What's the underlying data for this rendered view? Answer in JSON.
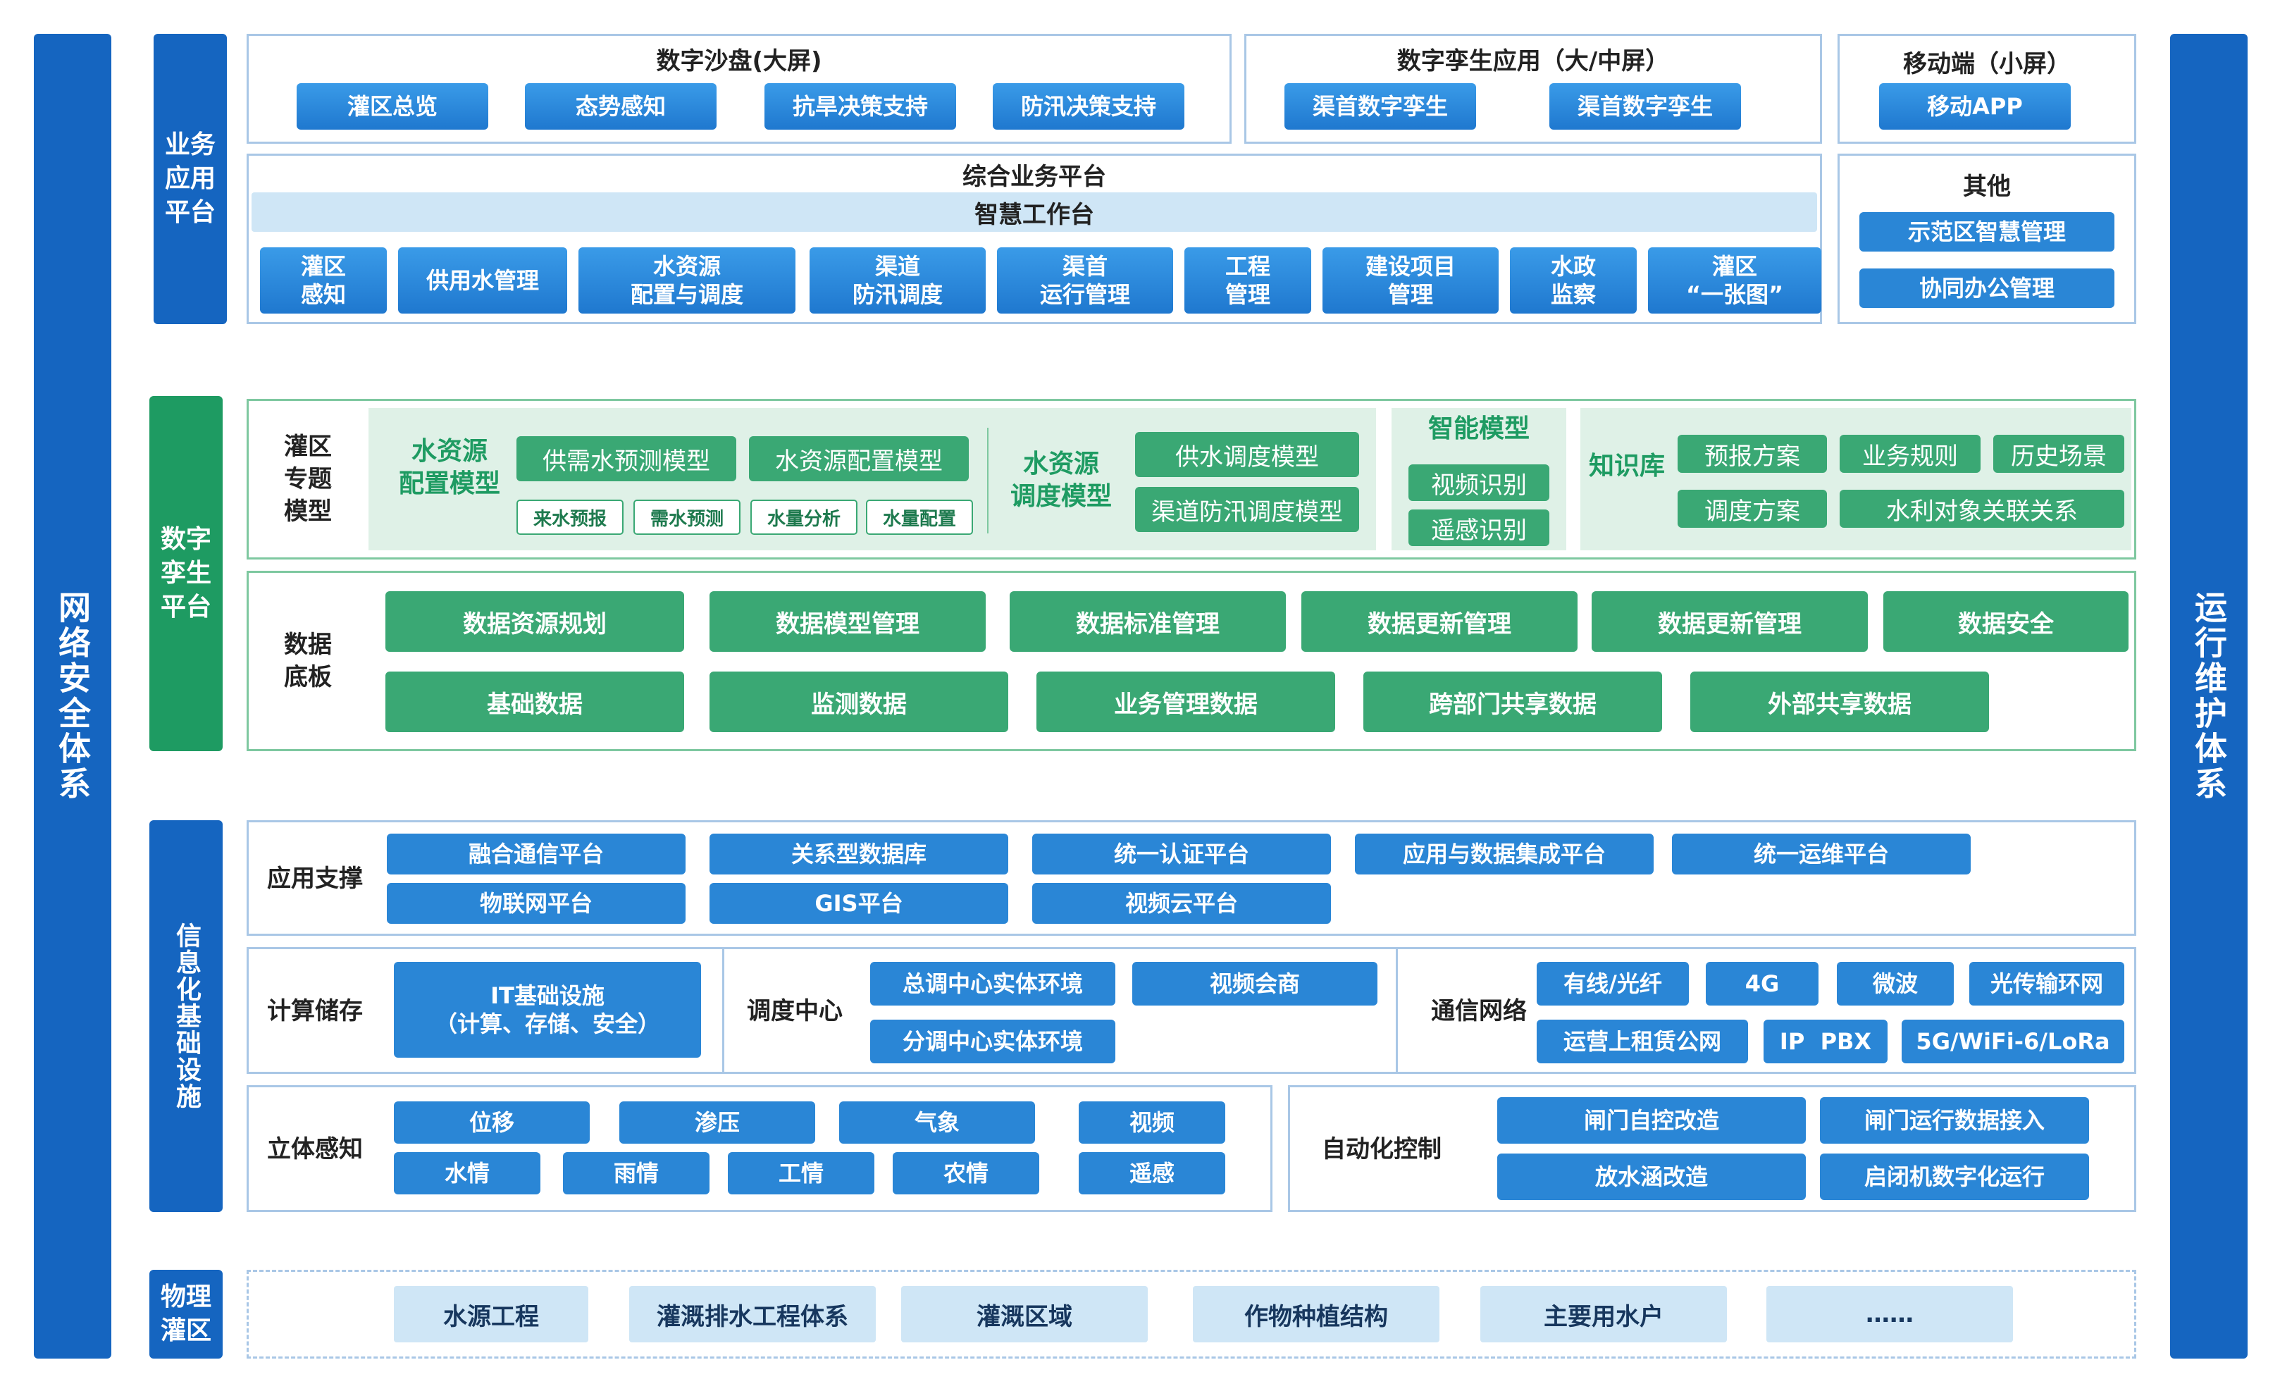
{
  "left_bar": "网络安全体系",
  "right_bar": "运行维护体系",
  "business": {
    "label": "业务\n应用\n平台",
    "sandbox": {
      "title": "数字沙盘(大屏)",
      "items": [
        "灌区总览",
        "态势感知",
        "抗旱决策支持",
        "防汛决策支持"
      ]
    },
    "twin_app": {
      "title": "数字孪生应用（大/中屏）",
      "items": [
        "渠首数字孪生",
        "渠首数字孪生"
      ]
    },
    "mobile": {
      "title": "移动端（小屏）",
      "items": [
        "移动APP"
      ]
    },
    "platform": {
      "title": "综合业务平台",
      "workbench": "智慧工作台",
      "items": [
        "灌区\n感知",
        "供用水管理",
        "水资源\n配置与调度",
        "渠道\n防汛调度",
        "渠首\n运行管理",
        "工程\n管理",
        "建设项目\n管理",
        "水政\n监察",
        "灌区\n“一张图”"
      ]
    },
    "other": {
      "title": "其他",
      "items": [
        "示范区智慧管理",
        "协同办公管理"
      ]
    }
  },
  "twin": {
    "label": "数字\n孪生\n平台",
    "model_label": "灌区\n专题\n模型",
    "water_config": {
      "title": "水资源\n配置模型",
      "models": [
        "供需水预测模型",
        "水资源配置模型"
      ],
      "subs": [
        "来水预报",
        "需水预测",
        "水量分析",
        "水量配置"
      ]
    },
    "water_dispatch": {
      "title": "水资源\n调度模型",
      "models": [
        "供水调度模型",
        "渠道防汛调度模型"
      ]
    },
    "smart": {
      "title": "智能模型",
      "items": [
        "视频识别",
        "遥感识别"
      ]
    },
    "knowledge": {
      "title": "知识库",
      "row1": [
        "预报方案",
        "业务规则",
        "历史场景"
      ],
      "row2": [
        "调度方案",
        "水利对象关联关系"
      ]
    },
    "data_label": "数据\n底板",
    "data_row1": [
      "数据资源规划",
      "数据模型管理",
      "数据标准管理",
      "数据更新管理",
      "数据更新管理",
      "数据安全"
    ],
    "data_row2": [
      "基础数据",
      "监测数据",
      "业务管理数据",
      "跨部门共享数据",
      "外部共享数据"
    ]
  },
  "infra": {
    "label": "信息化基础设施",
    "app_support": {
      "title": "应用支撑",
      "row1": [
        "融合通信平台",
        "关系型数据库",
        "统一认证平台",
        "应用与数据集成平台",
        "统一运维平台"
      ],
      "row2": [
        "物联网平台",
        "GIS平台",
        "视频云平台"
      ]
    },
    "compute": {
      "title": "计算储存",
      "item": "IT基础设施\n（计算、存储、安全）"
    },
    "dispatch_center": {
      "title": "调度中心",
      "items": [
        "总调中心实体环境",
        "视频会商",
        "分调中心实体环境"
      ]
    },
    "network": {
      "title": "通信网络",
      "row1": [
        "有线/光纤",
        "4G",
        "微波",
        "光传输环网"
      ],
      "row2": [
        "运营上租赁公网",
        "IP  PBX",
        "5G/WiFi-6/LoRa"
      ]
    },
    "perception": {
      "title": "立体感知",
      "row1": [
        "位移",
        "渗压",
        "气象",
        "视频"
      ],
      "row2": [
        "水情",
        "雨情",
        "工情",
        "农情",
        "遥感"
      ]
    },
    "automation": {
      "title": "自动化控制",
      "items": [
        "闸门自控改造",
        "闸门运行数据接入",
        "放水涵改造",
        "启闭机数字化运行"
      ]
    }
  },
  "physical": {
    "label": "物理\n灌区",
    "items": [
      "水源工程",
      "灌溉排水工程体系",
      "灌溉区域",
      "作物种植结构",
      "主要用水户",
      "……"
    ]
  },
  "colors": {
    "blue": "#1565c0",
    "button_blue": "#2a86d6",
    "green": "#1e9b62",
    "button_green": "#3aa874",
    "light_blue": "#cfe6f6"
  }
}
